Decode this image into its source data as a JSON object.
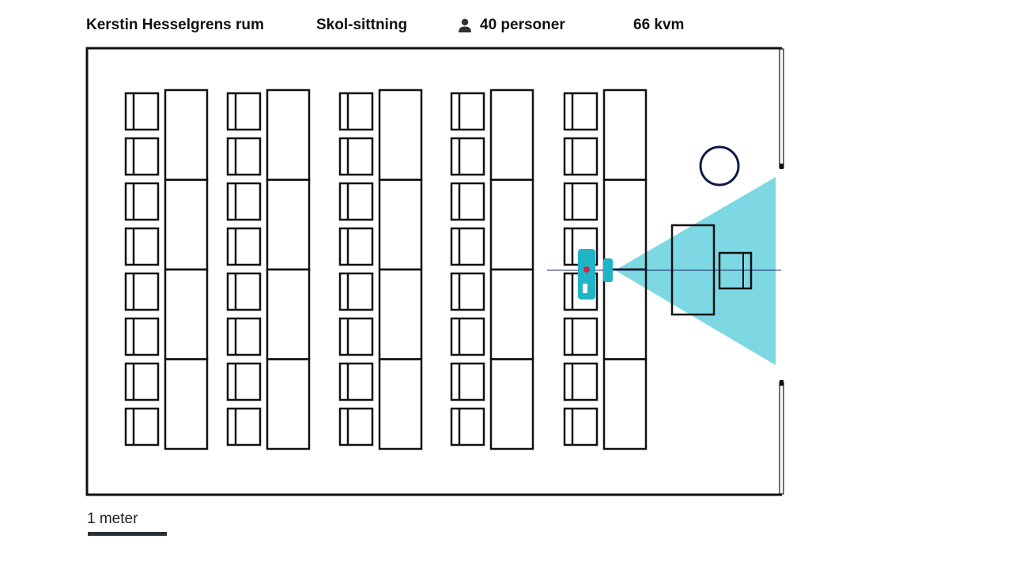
{
  "header": {
    "room_name": "Kerstin Hesselgrens rum",
    "layout": "Skol-sittning",
    "capacity_icon": "person-icon",
    "capacity": "40 personer",
    "area": "66 kvm"
  },
  "floorplan": {
    "chair_columns": 5,
    "chairs_per_column": 8,
    "desk_segments_per_column": 4,
    "elements": [
      "chair",
      "desk",
      "projector",
      "screen-beam",
      "lectern-table",
      "speaker-table",
      "pillar-circle",
      "door"
    ],
    "colors": {
      "wall": "#111111",
      "beam": "#7dd8e3",
      "projector": "#1fb5c7",
      "indicator": "#d0264a",
      "circle": "#0d1a45"
    }
  },
  "scale": {
    "label": "1 meter"
  }
}
